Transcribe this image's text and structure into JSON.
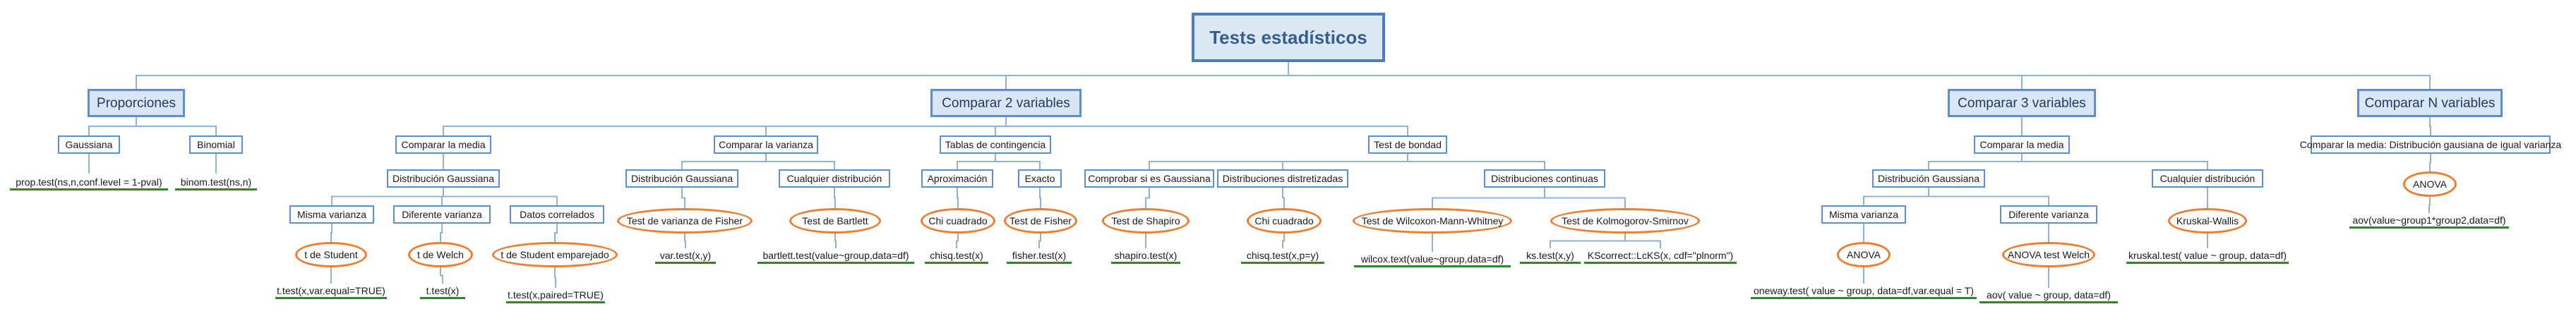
{
  "root": "Tests estadísticos",
  "branches": {
    "proporciones": "Proporciones",
    "dos": "Comparar 2 variables",
    "tres": "Comparar 3 variables",
    "n": "Comparar N variables"
  },
  "prop": {
    "gauss": "Gaussiana",
    "gauss_code": "prop.test(ns,n,conf.level = 1-pval)",
    "binom": "Binomial",
    "binom_code": "binom.test(ns,n)"
  },
  "media2": {
    "label": "Comparar la media",
    "dist": "Distribución Gaussiana",
    "misma": "Misma varianza",
    "misma_test": "t de Student",
    "misma_code": "t.test(x,var.equal=TRUE)",
    "dif": "Diferente varianza",
    "dif_test": "t de Welch",
    "dif_code": "t.test(x)",
    "corr": "Datos correlados",
    "corr_test": "t de Student emparejado",
    "corr_code": "t.test(x,paired=TRUE)"
  },
  "var2": {
    "label": "Comparar la varianza",
    "gauss": "Distribución Gaussiana",
    "gauss_test": "Test de varianza de Fisher",
    "gauss_code": "var.test(x,y)",
    "any": "Cualquier distribución",
    "any_test": "Test de Bartlett",
    "any_code": "bartlett.test(value~group,data=df)"
  },
  "cont": {
    "label": "Tablas de contingencia",
    "aprox": "Aproximación",
    "aprox_test": "Chi cuadrado",
    "aprox_code": "chisq.test(x)",
    "exact": "Exacto",
    "exact_test": "Test de Fisher",
    "exact_code": "fisher.test(x)"
  },
  "bondad": {
    "label": "Test de bondad",
    "gauss": "Comprobar si es Gaussiana",
    "gauss_test": "Test de Shapiro",
    "gauss_code": "shapiro.test(x)",
    "disc": "Distribuciones distretizadas",
    "disc_test": "Chi cuadrado",
    "disc_code": "chisq.test(x,p=y)",
    "cont": "Distribuciones continuas",
    "wil_test": "Test de Wilcoxon-Mann-Whitney",
    "wil_code": "wilcox.text(value~group,data=df)",
    "ks_test": "Test de Kolmogorov-Smirnov",
    "ks_code1": "ks.test(x,y)",
    "ks_code2": "KScorrect::LcKS(x, cdf=\"plnorm\")"
  },
  "media3": {
    "label": "Comparar la media",
    "dist": "Distribución Gaussiana",
    "misma": "Misma varianza",
    "misma_test": "ANOVA",
    "misma_code": "oneway.test( value ~ group, data=df,var.equal = T)",
    "dif": "Diferente varianza",
    "dif_test": "ANOVA test Welch",
    "dif_code": "aov( value ~ group, data=df)",
    "any": "Cualquier distribución",
    "any_test": "Kruskal-Wallis",
    "any_code": "kruskal.test( value ~ group, data=df)"
  },
  "mediaN": {
    "label": "Comparar la media: Distribución gausiana de igual varianza",
    "test": "ANOVA",
    "code": "aov(value~group1*group2,data=df)"
  },
  "colors": {
    "node_border": "#5b8fd0",
    "test_border": "#ee7d2d",
    "code_underline": "#2a8a2a",
    "connector": "#8fb0d8"
  }
}
